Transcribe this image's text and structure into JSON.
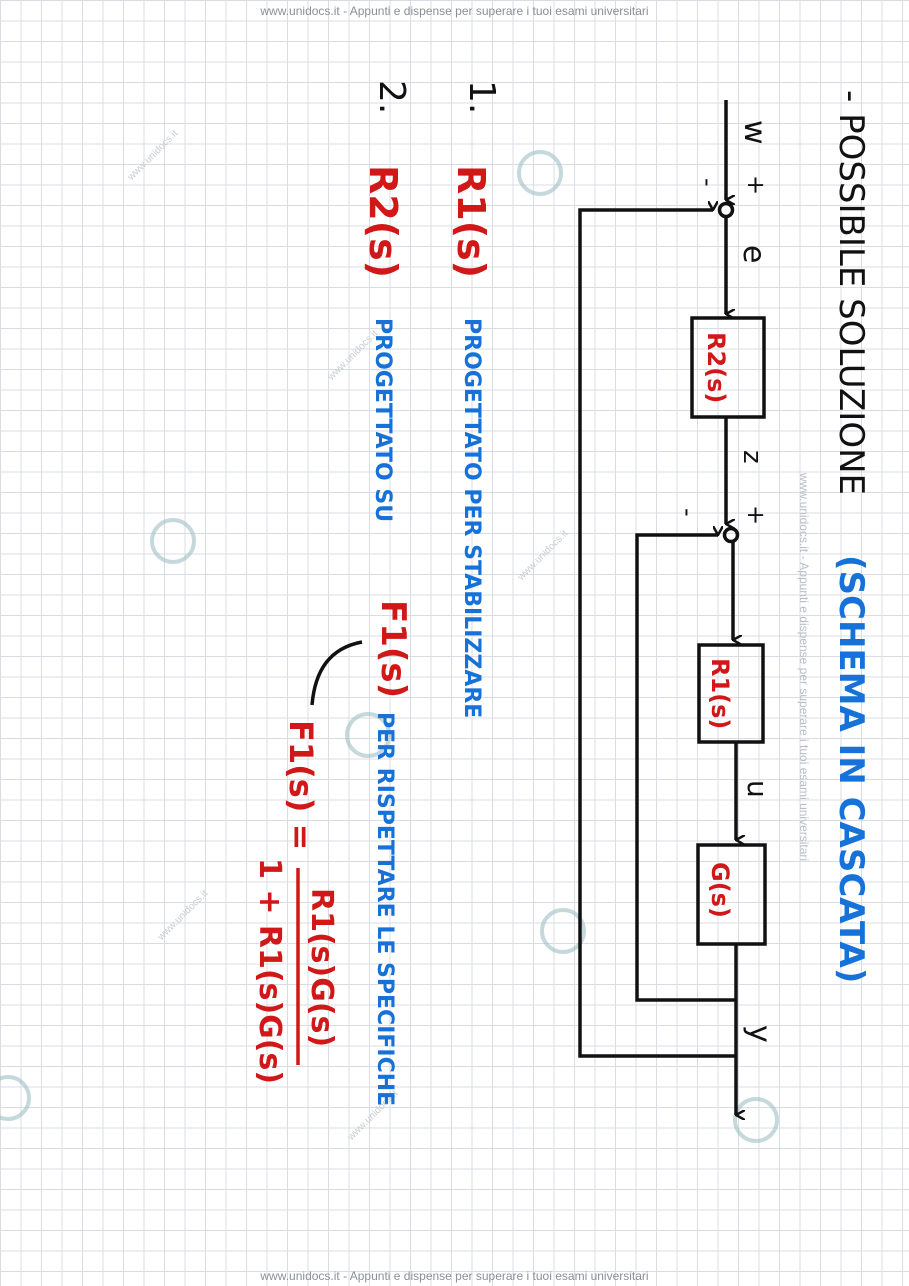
{
  "watermark": {
    "top": "www.unidocs.it - Appunti e dispense per superare i tuoi esami universitari",
    "bottom": "www.unidocs.it - Appunti e dispense per superare i tuoi esami universitari",
    "side": "www.unidocs.it - Appunti e dispense per superare i tuoi esami universitari",
    "diag": "www.unidocs.it"
  },
  "heading": {
    "title": "- POSSIBILE SOLUZIONE",
    "subtitle": "(SCHEMA IN CASCATA)"
  },
  "diagram": {
    "input": "w",
    "error": "e",
    "inner_ref": "z",
    "control": "u",
    "output": "y",
    "plus": "+",
    "minus": "-",
    "block_outer": "R2(s)",
    "block_inner": "R1(s)",
    "block_plant": "G(s)"
  },
  "notes": {
    "item1_num": "1.",
    "item1_block": "R1(s)",
    "item1_text": "PROGETTATO PER STABILIZZARE",
    "item2_num": "2.",
    "item2_block": "R2(s)",
    "item2_text_a": "PROGETTATO SU",
    "item2_tf": "F1(s)",
    "item2_text_b": "PER RISPETTARE LE SPECIFICHE"
  },
  "formula": {
    "lhs": "F1(s) =",
    "numerator": "R1(s)G(s)",
    "denominator": "1 + R1(s)G(s)"
  }
}
